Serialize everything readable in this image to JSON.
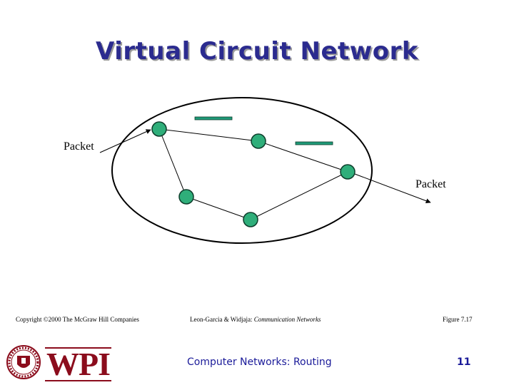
{
  "slide": {
    "title": "Virtual Circuit Network",
    "packet_in_label": "Packet",
    "packet_out_label": "Packet"
  },
  "colors": {
    "title": "#2b2b8f",
    "node_fill": "#2fae7a",
    "node_stroke": "#0d3d2b",
    "buffer_bar": "#1f9a78",
    "footer_accent": "#1a1a99",
    "logo_red": "#8b0c1c"
  },
  "footer": {
    "copyright": "Copyright ©2000 The McGraw Hill Companies",
    "authors": "Leon-Garcia & Widjaja:",
    "book_title": "Communication Networks",
    "figure": "Figure 7.17",
    "course": "Computer Networks: Routing",
    "page": "11",
    "logo_text": "WPI"
  }
}
